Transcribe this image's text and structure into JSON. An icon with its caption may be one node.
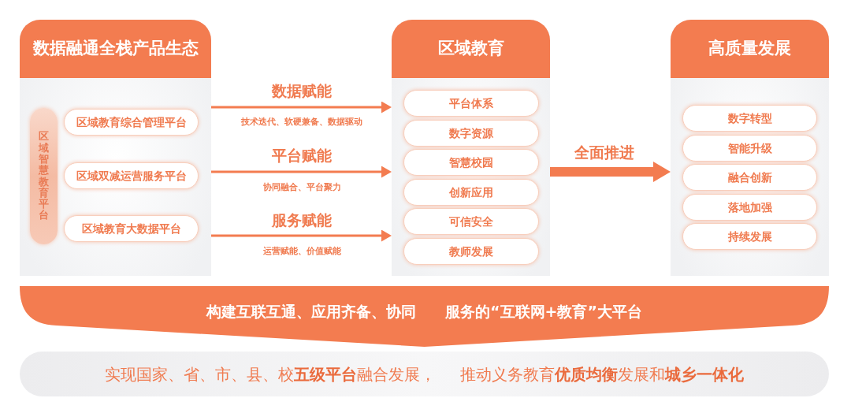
{
  "diagram": {
    "nodes": [
      {
        "text": [
          "数据融通全栈产品生态"
        ]
      },
      {
        "text": [
          "区域智慧教育平台"
        ],
        "in": 0
      },
      {
        "text": [
          "区域教育综合管理平台"
        ],
        "in": 0
      },
      {
        "text": [
          "区域双减运营服务平台"
        ],
        "in": 0
      },
      {
        "text": [
          "区域教育大数据平台"
        ],
        "in": 0
      },
      {
        "text": [
          "区域教育"
        ]
      },
      {
        "text": [
          "平台体系"
        ],
        "in": 5
      },
      {
        "text": [
          "数字资源"
        ],
        "in": 5
      },
      {
        "text": [
          "智慧校园"
        ],
        "in": 5
      },
      {
        "text": [
          "创新应用"
        ],
        "in": 5
      },
      {
        "text": [
          "可信安全"
        ],
        "in": 5
      },
      {
        "text": [
          "教师发展"
        ],
        "in": 5
      },
      {
        "text": [
          "高质量发展"
        ]
      },
      {
        "text": [
          "数字转型"
        ],
        "in": 12
      },
      {
        "text": [
          "智能升级"
        ],
        "in": 12
      },
      {
        "text": [
          "融合创新"
        ],
        "in": 12
      },
      {
        "text": [
          "落地加强"
        ],
        "in": 12
      },
      {
        "text": [
          "持续发展"
        ],
        "in": 12
      },
      {
        "text": [
          "构建互联互通、应用齐备、协同 服务的“互联网+教育”大平台"
        ]
      },
      {
        "text": [
          "实现国家、省、市、县、校**五级平台**融合发展， 推动义务教育**优质均衡**发展和**城乡一体化**"
        ]
      }
    ],
    "edges": [
      {
        "from": 0,
        "to": 5,
        "arrow": "to",
        "label": "数据赋能"
      },
      {
        "from": 0,
        "to": 5,
        "arrow": "to",
        "label": "平台赋能"
      },
      {
        "from": 0,
        "to": 5,
        "arrow": "to",
        "label": "服务赋能"
      },
      {
        "from": 5,
        "to": 12,
        "arrow": "to",
        "label": "全面推进",
        "style": "thick"
      }
    ],
    "labels": [
      "技术迭代、软硬兼备、数据驱动",
      "协同融合、平台聚力",
      "运营赋能、价值赋能"
    ]
  }
}
